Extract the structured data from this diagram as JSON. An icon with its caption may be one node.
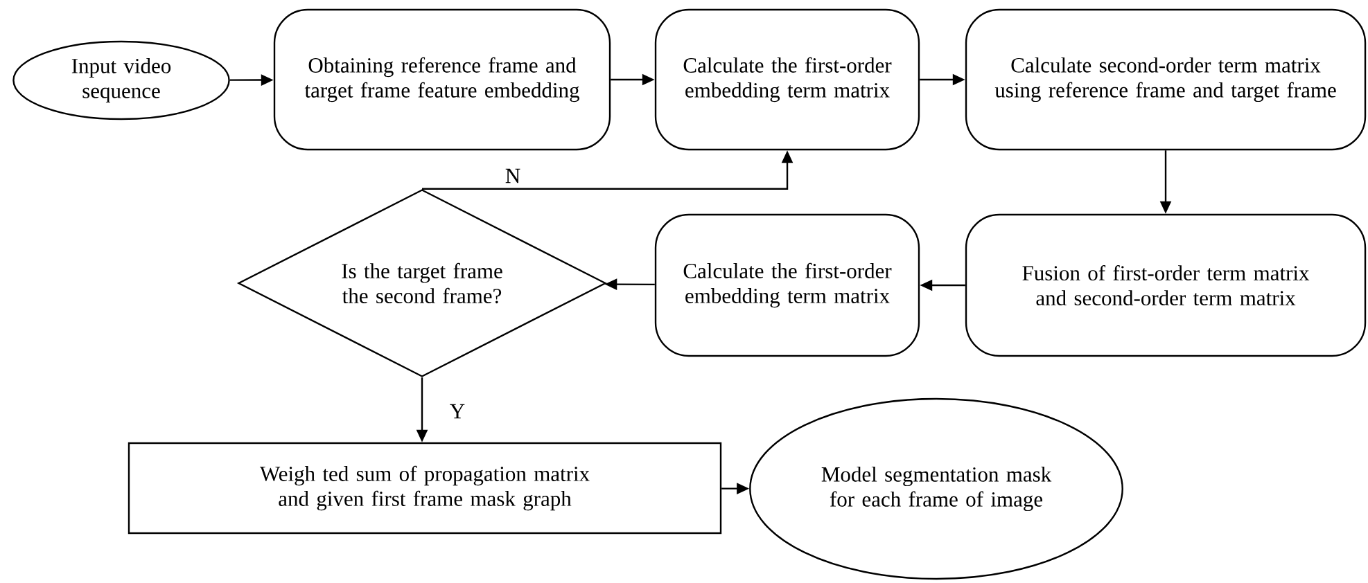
{
  "diagram": {
    "nodes": [
      {
        "text": [
          "Input video sequence"
        ]
      },
      {
        "text": [
          "Obtaining reference frame and target frame feature embedding"
        ]
      },
      {
        "text": [
          "Calculate the first-order embedding term matrix"
        ]
      },
      {
        "text": [
          "Calculate second-order term matrix using reference frame and target frame"
        ]
      },
      {
        "text": [
          "Fusion of first-order term matrix and second-order term matrix"
        ]
      },
      {
        "text": [
          "Calculate the first-order embedding term matrix"
        ]
      },
      {
        "text": [
          "Is the target frame the second frame?"
        ]
      },
      {
        "text": [
          "Weigh ted sum of propagation matrix and given first frame mask graph"
        ]
      },
      {
        "text": [
          "Model segmentation mask for each frame of image"
        ]
      }
    ],
    "edges": [
      {
        "from": 0,
        "to": 1,
        "arrow": "to"
      },
      {
        "from": 1,
        "to": 2,
        "arrow": "to"
      },
      {
        "from": 2,
        "to": 3,
        "arrow": "to"
      },
      {
        "from": 3,
        "to": 4,
        "arrow": "to"
      },
      {
        "from": 4,
        "to": 5,
        "arrow": "to"
      },
      {
        "from": 5,
        "to": 6,
        "arrow": "to"
      },
      {
        "from": 6,
        "to": 2,
        "arrow": "to",
        "label": "N"
      },
      {
        "from": 6,
        "to": 7,
        "arrow": "to",
        "label": "Y"
      },
      {
        "from": 7,
        "to": 8,
        "arrow": "to"
      }
    ]
  }
}
